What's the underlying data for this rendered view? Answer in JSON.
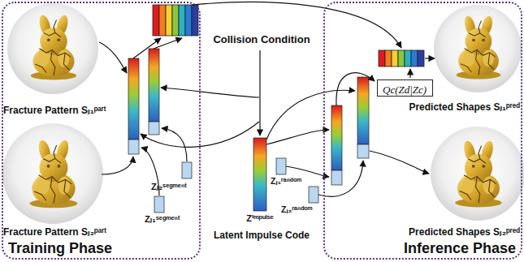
{
  "diagram": {
    "nodes": [
      {
        "text": [
          "Training Phase"
        ]
      },
      {
        "text": [
          "Inference Phase"
        ]
      },
      {
        "text": [
          "Qc(Zd|Zc)"
        ],
        "in": 1
      }
    ],
    "labels": [
      "Collision Condition",
      "Fracture Pattern Sⱼ₁ᵖᵃʳᵗ",
      "Fracture Pattern Sⱼ₂ᵖᵃʳᵗ",
      "Zⱼ₁ˢᵉᵍᵐᵉⁿᵗ",
      "Zⱼ₂ˢᵉᵍᵐᵉⁿᵗ",
      "Zⁱᵐᵖᵘˡˢᵉ",
      "Latent Impulse Code",
      "Zⱼ₁ʳᵃⁿᵈᵒᵐ",
      "Zⱼ₂ʳᵃⁿᵈᵒᵐ",
      "Predicted Shapes Sⱼ₁ᵖʳᵉᵈ",
      "Predicted Shapes Sⱼ₂ᵖʳᵉᵈ"
    ]
  }
}
